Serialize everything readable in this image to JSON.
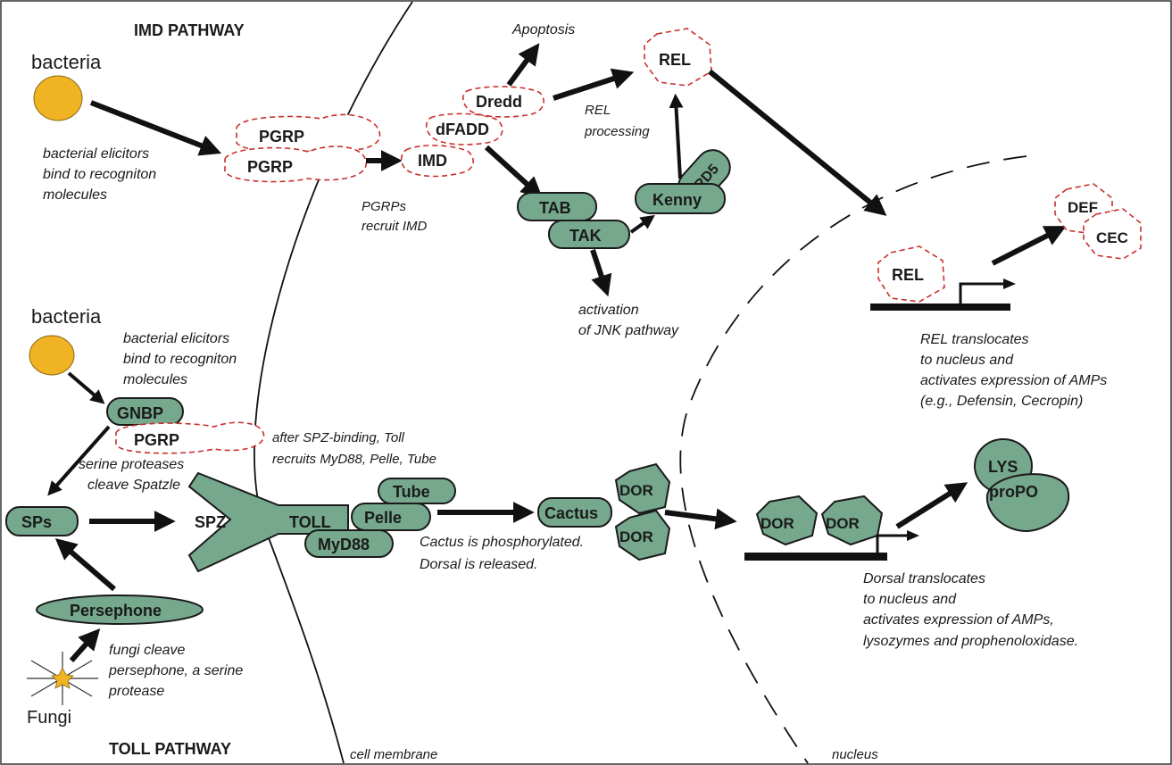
{
  "titles": {
    "imd": "IMD PATHWAY",
    "toll": "TOLL PATHWAY"
  },
  "imd": {
    "bacteria": "bacteria",
    "elicitors": [
      "bacterial elicitors",
      "bind to recogniton",
      "molecules"
    ],
    "pgrp_top": "PGRP",
    "pgrp_bottom": "PGRP",
    "recruit": [
      "PGRPs",
      "recruit IMD"
    ],
    "imd": "IMD",
    "dfadd": "dFADD",
    "dredd": "Dredd",
    "apoptosis": "Apoptosis",
    "rel": "REL",
    "rel_processing": [
      "REL",
      "processing"
    ],
    "tab": "TAB",
    "tak": "TAK",
    "kenny": "Kenny",
    "ird5": "IRD5",
    "jnk": [
      "activation",
      "of JNK pathway"
    ],
    "rel_nucleus": "REL",
    "def": "DEF",
    "cec": "CEC",
    "rel_translocates": [
      "REL translocates",
      "to nucleus and",
      "activates expression of AMPs",
      "(e.g., Defensin, Cecropin)"
    ]
  },
  "toll": {
    "bacteria": "bacteria",
    "elicitors": [
      "bacterial elicitors",
      "bind to recogniton",
      "molecules"
    ],
    "gnbp": "GNBP",
    "pgrp": "PGRP",
    "after_spz": [
      "after SPZ-binding, Toll",
      "recruits MyD88, Pelle, Tube"
    ],
    "serine": [
      "serine proteases",
      "cleave Spatzle"
    ],
    "sps": "SPs",
    "spz": "SPZ",
    "toll": "TOLL",
    "tube": "Tube",
    "pelle": "Pelle",
    "myd88": "MyD88",
    "cactus": "Cactus",
    "dor_top": "DOR",
    "dor_bottom": "DOR",
    "cactus_text": [
      "Cactus is phosphorylated.",
      "Dorsal is released."
    ],
    "dor_n1": "DOR",
    "dor_n2": "DOR",
    "lys": "LYS",
    "propo": "proPO",
    "dorsal_translocates": [
      "Dorsal translocates",
      "to nucleus and",
      "activates expression of AMPs,",
      "lysozymes and prophenoloxidase."
    ],
    "persephone": "Persephone",
    "fungi_cleave": [
      "fungi cleave",
      "persephone, a serine",
      "protease"
    ],
    "fungi": "Fungi"
  },
  "labels": {
    "cell_membrane": "cell membrane",
    "nucleus": "nucleus"
  },
  "colors": {
    "node_fill": "#76a88e",
    "pgrp_dash": "#c9302c",
    "microbe": "#f0b323",
    "outline": "#1a1a1a"
  }
}
